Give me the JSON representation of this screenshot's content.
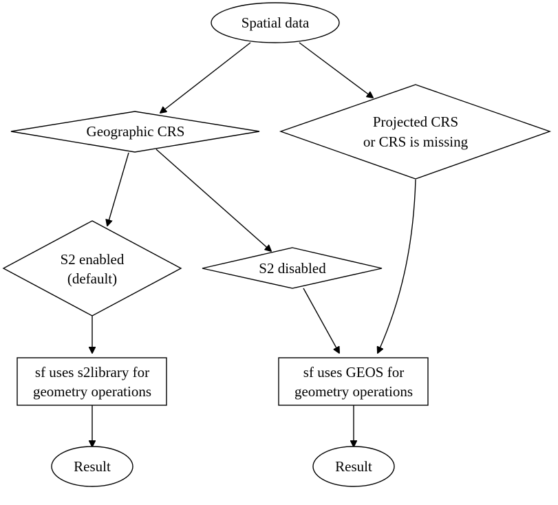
{
  "nodes": {
    "spatial_data": {
      "lines": [
        "Spatial data"
      ],
      "shape": "ellipse"
    },
    "geographic_crs": {
      "lines": [
        "Geographic CRS"
      ],
      "shape": "diamond"
    },
    "projected_crs": {
      "lines": [
        "Projected CRS",
        "or CRS is missing"
      ],
      "shape": "diamond"
    },
    "s2_enabled": {
      "lines": [
        "S2 enabled",
        "(default)"
      ],
      "shape": "diamond"
    },
    "s2_disabled": {
      "lines": [
        "S2 disabled"
      ],
      "shape": "diamond"
    },
    "sf_s2": {
      "lines": [
        "sf uses s2library for",
        "geometry operations"
      ],
      "shape": "box"
    },
    "sf_geos": {
      "lines": [
        "sf uses GEOS for",
        "geometry operations"
      ],
      "shape": "box"
    },
    "result_left": {
      "lines": [
        "Result"
      ],
      "shape": "ellipse"
    },
    "result_right": {
      "lines": [
        "Result"
      ],
      "shape": "ellipse"
    }
  },
  "edges": [
    {
      "from": "spatial_data",
      "to": "geographic_crs"
    },
    {
      "from": "spatial_data",
      "to": "projected_crs"
    },
    {
      "from": "geographic_crs",
      "to": "s2_enabled"
    },
    {
      "from": "geographic_crs",
      "to": "s2_disabled"
    },
    {
      "from": "projected_crs",
      "to": "sf_geos"
    },
    {
      "from": "s2_enabled",
      "to": "sf_s2"
    },
    {
      "from": "s2_disabled",
      "to": "sf_geos"
    },
    {
      "from": "sf_s2",
      "to": "result_left"
    },
    {
      "from": "sf_geos",
      "to": "result_right"
    }
  ]
}
